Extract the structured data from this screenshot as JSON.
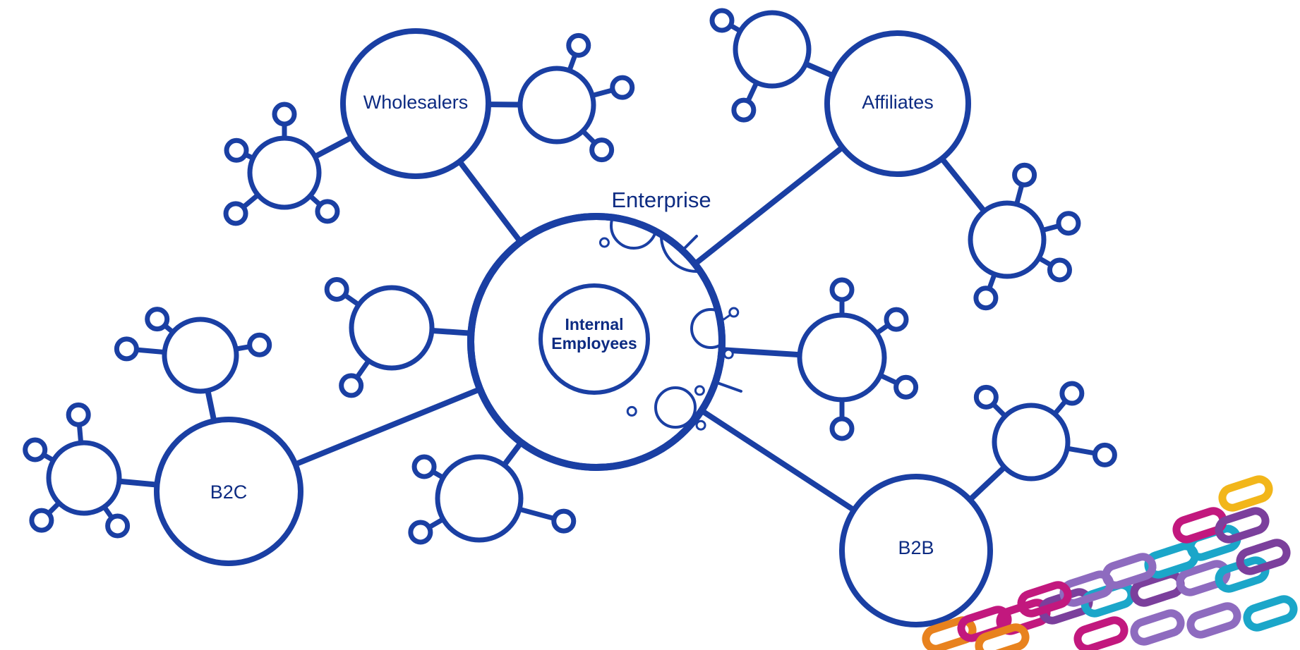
{
  "diagram": {
    "hub": {
      "title": "Enterprise",
      "core_line1": "Internal",
      "core_line2": "Employees"
    },
    "nodes": {
      "wholesalers": "Wholesalers",
      "affiliates": "Affiliates",
      "b2c": "B2C",
      "b2b": "B2B"
    },
    "colors": {
      "stroke": "#1a3fa3",
      "text": "#0d2b82",
      "decor_orange": "#e8821e",
      "decor_magenta": "#c2187e",
      "decor_purple": "#7b3f9c",
      "decor_cyan": "#1ba6c9",
      "decor_yellow": "#f2b61a",
      "decor_violet": "#8e6bbf"
    }
  }
}
